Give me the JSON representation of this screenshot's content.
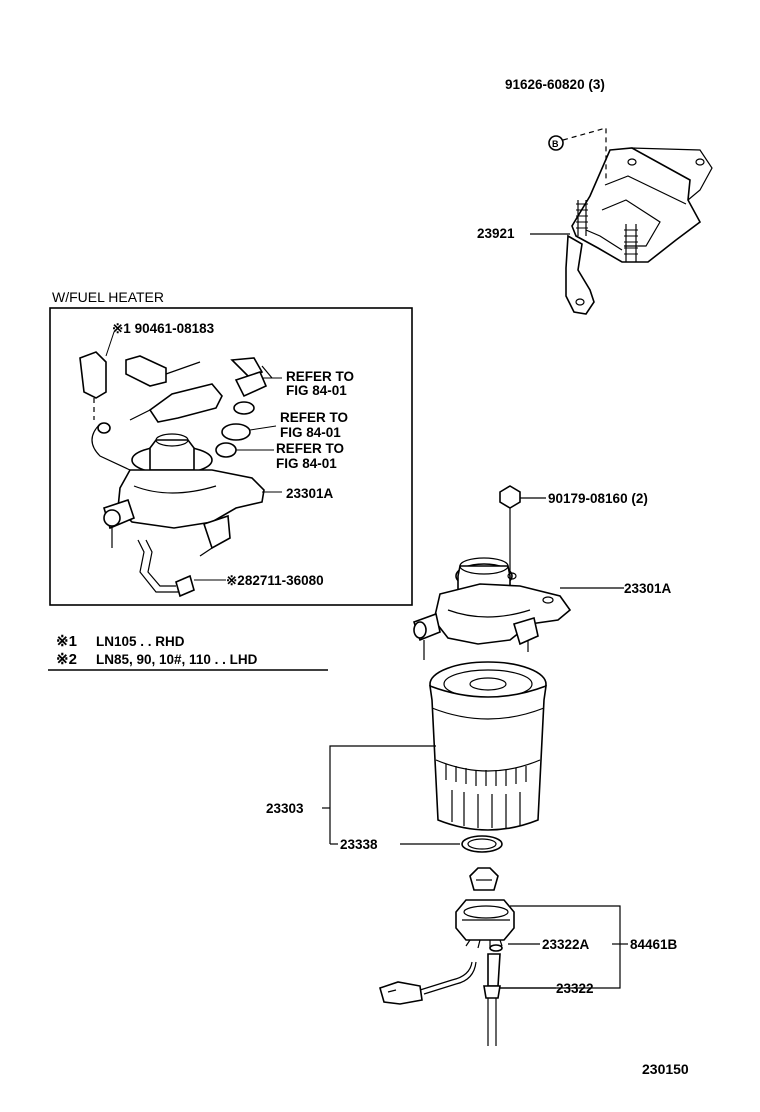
{
  "labels": {
    "bolt_top": "91626-60820 (3)",
    "bracket": "23921",
    "heater_title": "W/FUEL HEATER",
    "heater_part_1": "※1 90461-08183",
    "refer_1_a": "REFER TO",
    "refer_1_b": "FIG 84-01",
    "refer_2_a": "REFER TO",
    "refer_2_b": "FIG 84-01",
    "refer_3_a": "REFER TO",
    "refer_3_b": "FIG 84-01",
    "heater_pump": "23301A",
    "heater_harness": "※282711-36080",
    "note_1_mark": "※1",
    "note_1_text": "LN105 . . RHD",
    "note_2_mark": "※2",
    "note_2_text": "LN85, 90, 10#, 110 . . LHD",
    "nut": "90179-08160 (2)",
    "pump_main": "23301A",
    "filter": "23303",
    "gasket": "23338",
    "oring": "23322A",
    "sensor_set": "84461B",
    "sensor": "23322",
    "fig_number": "230150"
  }
}
